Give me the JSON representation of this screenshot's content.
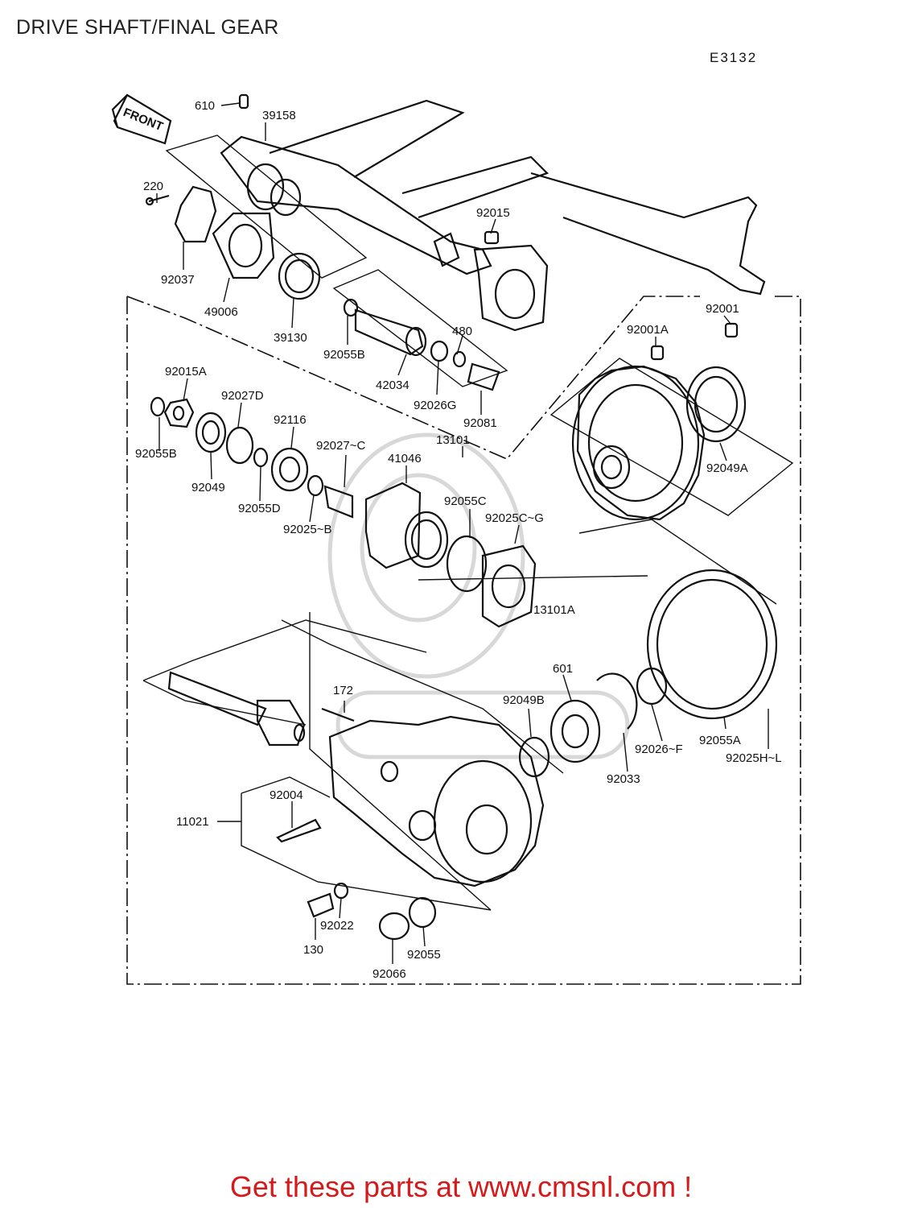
{
  "title": "DRIVE SHAFT/FINAL GEAR",
  "diagram_code": "E3132",
  "front_arrow": "FRONT",
  "footer": "Get these parts at www.cmsnl.com !",
  "labels": [
    {
      "id": "610",
      "text": "610"
    },
    {
      "id": "39158",
      "text": "39158"
    },
    {
      "id": "220",
      "text": "220"
    },
    {
      "id": "92015",
      "text": "92015"
    },
    {
      "id": "92037",
      "text": "92037"
    },
    {
      "id": "49006",
      "text": "49006"
    },
    {
      "id": "39130",
      "text": "39130"
    },
    {
      "id": "92055B-a",
      "text": "92055B"
    },
    {
      "id": "480",
      "text": "480"
    },
    {
      "id": "42034",
      "text": "42034"
    },
    {
      "id": "92026G",
      "text": "92026G"
    },
    {
      "id": "92081",
      "text": "92081"
    },
    {
      "id": "92001",
      "text": "92001"
    },
    {
      "id": "92001A",
      "text": "92001A"
    },
    {
      "id": "92015A",
      "text": "92015A"
    },
    {
      "id": "92027D",
      "text": "92027D"
    },
    {
      "id": "92116",
      "text": "92116"
    },
    {
      "id": "92027C",
      "text": "92027~C"
    },
    {
      "id": "13101",
      "text": "13101"
    },
    {
      "id": "92055B-b",
      "text": "92055B"
    },
    {
      "id": "41046",
      "text": "41046"
    },
    {
      "id": "92049",
      "text": "92049"
    },
    {
      "id": "92055D",
      "text": "92055D"
    },
    {
      "id": "92055C",
      "text": "92055C"
    },
    {
      "id": "92025CG",
      "text": "92025C~G"
    },
    {
      "id": "92025B",
      "text": "92025~B"
    },
    {
      "id": "92049A",
      "text": "92049A"
    },
    {
      "id": "13101A",
      "text": "13101A"
    },
    {
      "id": "601",
      "text": "601"
    },
    {
      "id": "172",
      "text": "172"
    },
    {
      "id": "92049B",
      "text": "92049B"
    },
    {
      "id": "92055A",
      "text": "92055A"
    },
    {
      "id": "92026F",
      "text": "92026~F"
    },
    {
      "id": "92025HL",
      "text": "92025H~L"
    },
    {
      "id": "92033",
      "text": "92033"
    },
    {
      "id": "92004",
      "text": "92004"
    },
    {
      "id": "11021",
      "text": "11021"
    },
    {
      "id": "92022",
      "text": "92022"
    },
    {
      "id": "130",
      "text": "130"
    },
    {
      "id": "92055",
      "text": "92055"
    },
    {
      "id": "92066",
      "text": "92066"
    }
  ]
}
